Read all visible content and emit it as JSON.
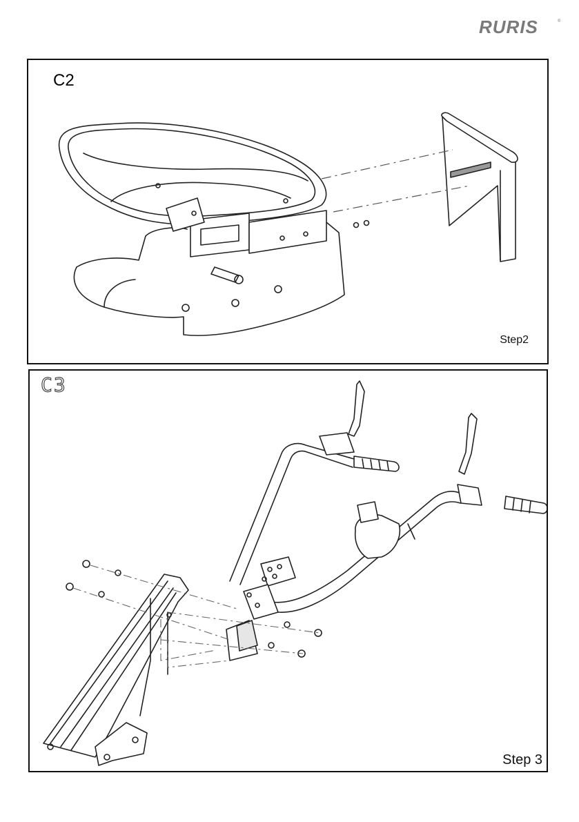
{
  "brand": {
    "logo_text": "RURIS",
    "accent": "#7a7a7a"
  },
  "panels": {
    "c2": {
      "label": "C2",
      "step": "Step2"
    },
    "c3": {
      "label": "C3",
      "step": "Step 3"
    }
  },
  "colors": {
    "line": "#222222",
    "frame": "#111111",
    "shade": "#e6e6e6",
    "dash": "#666666"
  }
}
